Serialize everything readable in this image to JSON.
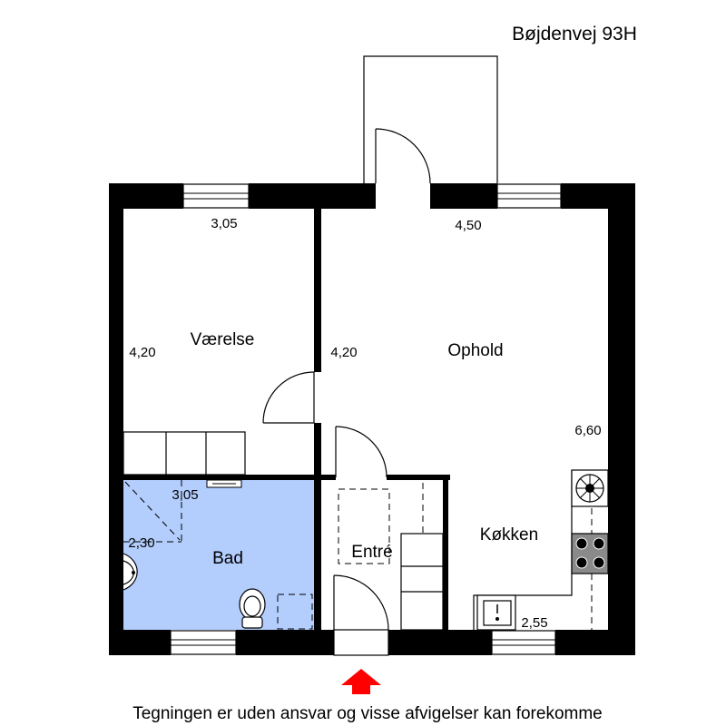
{
  "address": "Bøjdenvej 93H",
  "disclaimer": "Tegningen er uden ansvar og visse afvigelser kan forekomme",
  "rooms": {
    "vaerelse": "Værelse",
    "ophold": "Ophold",
    "bad": "Bad",
    "entre": "Entré",
    "kokken": "Køkken"
  },
  "dimensions": {
    "vaerelse_width": "3,05",
    "vaerelse_length": "4,20",
    "ophold_width": "4,50",
    "ophold_length": "4,20",
    "ophold_depth": "6,60",
    "bad_width": "3,05",
    "bad_length": "2,30",
    "kokken_width": "2,55"
  },
  "colors": {
    "wall": "#000000",
    "bathroom_floor": "#b3cdfd",
    "entrance_arrow": "#ff0000"
  }
}
